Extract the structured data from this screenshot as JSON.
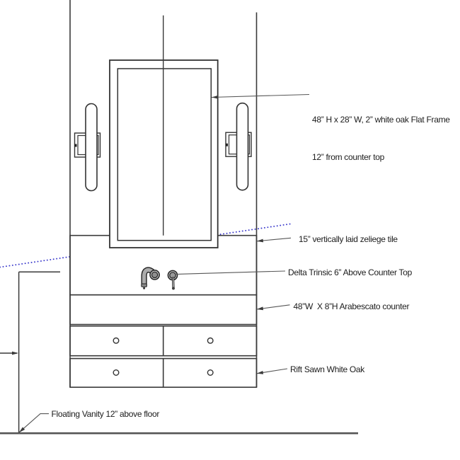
{
  "annotations": {
    "mirror_frame": {
      "line1": "48” H x 28” W, 2” white oak Flat Frame",
      "line2": "12” from counter top"
    },
    "tile": {
      "label": "15” vertically laid zeliege tile"
    },
    "faucet": {
      "label": "Delta Trinsic 6” Above Counter Top"
    },
    "counter": {
      "label": "48”W  X 8”H Arabescato counter"
    },
    "cabinet": {
      "label": "Rift Sawn White Oak"
    },
    "vanity": {
      "label": "Floating Vanity 12” above floor"
    }
  },
  "colors": {
    "line": "#3a3a3a",
    "leader": "#565656",
    "dotted_reference": "#3d3ccc",
    "floor": "#555555",
    "text": "#1c1c1c",
    "fixture_metal": "#ababab"
  }
}
